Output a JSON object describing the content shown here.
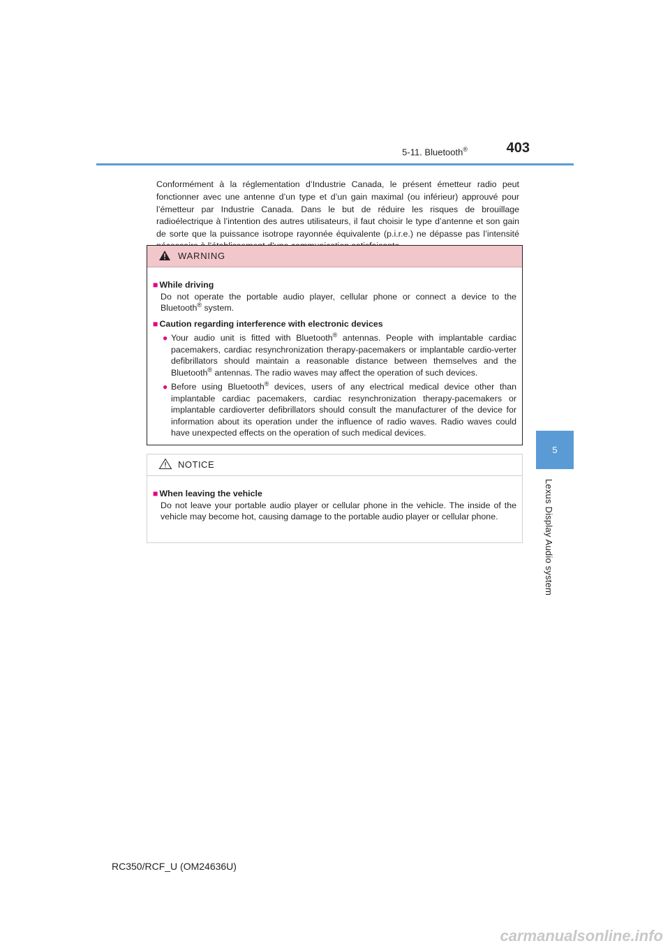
{
  "header": {
    "section_title": "5-11. Bluetooth",
    "section_reg": "®",
    "page_number": "403"
  },
  "side_tab": {
    "chapter_number": "5",
    "chapter_title": "Lexus Display Audio system"
  },
  "intro_paragraph": "Conformément à la réglementation d’Industrie Canada, le présent émetteur radio peut fonctionner avec une antenne d’un type et d’un gain maximal (ou inférieur) approuvé pour l’émetteur par Industrie Canada. Dans le but de réduire les risques de brouillage radioélectrique à l’intention des autres utilisateurs, il faut choisir le type d’antenne et son gain de sorte que la puissance isotrope rayonnée équivalente (p.i.r.e.) ne dépasse pas l’intensité nécessaire à l’établissement d’une communication satisfaisante.",
  "warning": {
    "title": "WARNING",
    "item1": {
      "heading": "While driving",
      "text_a": "Do not operate the portable audio player, cellular phone or connect a device to the Bluetooth",
      "reg": "®",
      "text_b": " system."
    },
    "item2": {
      "heading": "Caution regarding interference with electronic devices",
      "bullet1": {
        "text_a": "Your audio unit is fitted with Bluetooth",
        "text_b": " antennas. People with implantable cardiac pacemakers, cardiac resynchronization therapy-pacemakers or implantable cardio-verter defibrillators should maintain a reasonable distance between themselves and the Bluetooth",
        "text_c": " antennas. The radio waves may affect the operation of such devices."
      },
      "bullet2": {
        "text_a": "Before using Bluetooth",
        "text_b": " devices, users of any electrical medical device other than implantable cardiac pacemakers, cardiac resynchronization therapy-pacemakers or implantable cardioverter defibrillators should consult the manufacturer of the device for information about its operation under the influence of radio waves. Radio waves could have unexpected effects on the operation of such medical devices."
      }
    }
  },
  "notice": {
    "title": "NOTICE",
    "item1": {
      "heading": "When leaving the vehicle",
      "text": "Do not leave your portable audio player or cellular phone in the vehicle. The inside of the vehicle may become hot, causing damage to the portable audio player or cellular phone."
    }
  },
  "symbols": {
    "square": "■",
    "dot": "●",
    "reg": "®"
  },
  "footer": {
    "model_code": "RC350/RCF_U (OM24636U)"
  },
  "watermark": "carmanualsonline.info",
  "colors": {
    "accent_blue": "#5b9bd5",
    "warning_pink": "#f2c7cc",
    "bullet_magenta": "#e6007e"
  },
  "icons": {
    "warning_icon": "warning-triangle-filled",
    "notice_icon": "warning-triangle-outline"
  }
}
